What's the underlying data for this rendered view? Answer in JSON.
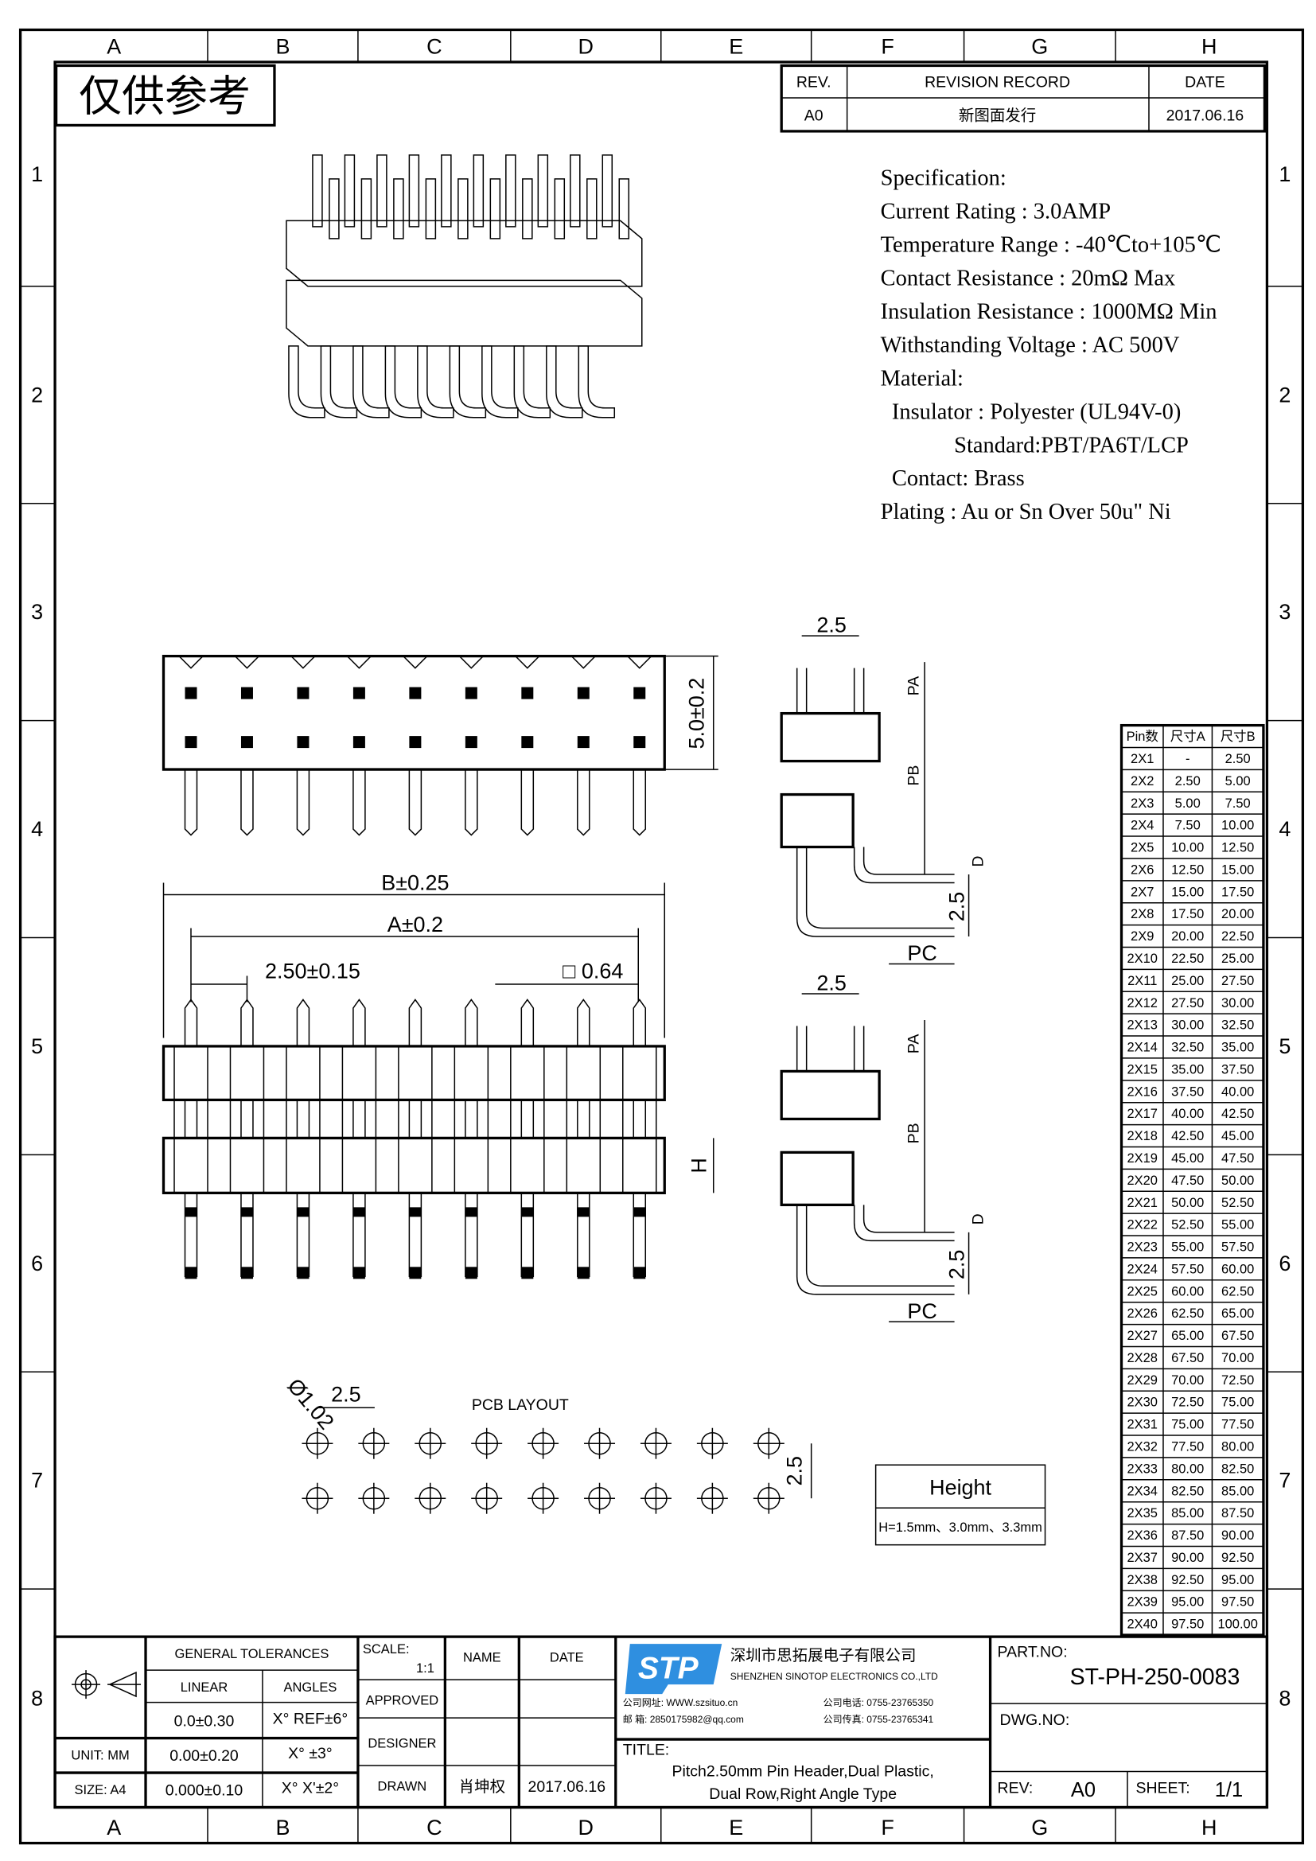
{
  "frame": {
    "columns": [
      "A",
      "B",
      "C",
      "D",
      "E",
      "F",
      "G",
      "H"
    ],
    "rows": [
      "1",
      "2",
      "3",
      "4",
      "5",
      "6",
      "7",
      "8"
    ]
  },
  "stamp": "仅供参考",
  "revision": {
    "headers": [
      "REV.",
      "REVISION RECORD",
      "DATE"
    ],
    "row": [
      "A0",
      "新图面发行",
      "2017.06.16"
    ]
  },
  "specs": [
    "Specification:",
    "Current Rating : 3.0AMP",
    "Temperature Range : -40℃to+105℃",
    "Contact Resistance : 20mΩ Max",
    "Insulation Resistance : 1000MΩ Min",
    "Withstanding Voltage : AC 500V",
    "Material:",
    "  Insulator : Polyester (UL94V-0)",
    "             Standard:PBT/PA6T/LCP",
    "  Contact: Brass",
    "Plating : Au or Sn Over 50u\" Ni"
  ],
  "dims": {
    "front_height": "5.0±0.2",
    "b": "B±0.25",
    "a": "A±0.2",
    "pitch": "2.50±0.15",
    "pin_size": "□ 0.64",
    "h": "H",
    "side_pitch": "2.5",
    "pa": "PA",
    "pb": "PB",
    "d": "D",
    "row_pitch": "2.5",
    "pc": "PC",
    "hole_dia": "Ø1.02",
    "pcb_pitch": "2.5",
    "pcb_row": "2.5",
    "pcb_label": "PCB LAYOUT"
  },
  "height_box": {
    "title": "Height",
    "value": "H=1.5mm、3.0mm、3.3mm"
  },
  "size_table": {
    "headers": [
      "Pin数",
      "尺寸A",
      "尺寸B"
    ],
    "rows": [
      [
        "2X1",
        "-",
        "2.50"
      ],
      [
        "2X2",
        "2.50",
        "5.00"
      ],
      [
        "2X3",
        "5.00",
        "7.50"
      ],
      [
        "2X4",
        "7.50",
        "10.00"
      ],
      [
        "2X5",
        "10.00",
        "12.50"
      ],
      [
        "2X6",
        "12.50",
        "15.00"
      ],
      [
        "2X7",
        "15.00",
        "17.50"
      ],
      [
        "2X8",
        "17.50",
        "20.00"
      ],
      [
        "2X9",
        "20.00",
        "22.50"
      ],
      [
        "2X10",
        "22.50",
        "25.00"
      ],
      [
        "2X11",
        "25.00",
        "27.50"
      ],
      [
        "2X12",
        "27.50",
        "30.00"
      ],
      [
        "2X13",
        "30.00",
        "32.50"
      ],
      [
        "2X14",
        "32.50",
        "35.00"
      ],
      [
        "2X15",
        "35.00",
        "37.50"
      ],
      [
        "2X16",
        "37.50",
        "40.00"
      ],
      [
        "2X17",
        "40.00",
        "42.50"
      ],
      [
        "2X18",
        "42.50",
        "45.00"
      ],
      [
        "2X19",
        "45.00",
        "47.50"
      ],
      [
        "2X20",
        "47.50",
        "50.00"
      ],
      [
        "2X21",
        "50.00",
        "52.50"
      ],
      [
        "2X22",
        "52.50",
        "55.00"
      ],
      [
        "2X23",
        "55.00",
        "57.50"
      ],
      [
        "2X24",
        "57.50",
        "60.00"
      ],
      [
        "2X25",
        "60.00",
        "62.50"
      ],
      [
        "2X26",
        "62.50",
        "65.00"
      ],
      [
        "2X27",
        "65.00",
        "67.50"
      ],
      [
        "2X28",
        "67.50",
        "70.00"
      ],
      [
        "2X29",
        "70.00",
        "72.50"
      ],
      [
        "2X30",
        "72.50",
        "75.00"
      ],
      [
        "2X31",
        "75.00",
        "77.50"
      ],
      [
        "2X32",
        "77.50",
        "80.00"
      ],
      [
        "2X33",
        "80.00",
        "82.50"
      ],
      [
        "2X34",
        "82.50",
        "85.00"
      ],
      [
        "2X35",
        "85.00",
        "87.50"
      ],
      [
        "2X36",
        "87.50",
        "90.00"
      ],
      [
        "2X37",
        "90.00",
        "92.50"
      ],
      [
        "2X38",
        "92.50",
        "95.00"
      ],
      [
        "2X39",
        "95.00",
        "97.50"
      ],
      [
        "2X40",
        "97.50",
        "100.00"
      ]
    ]
  },
  "title_block": {
    "general_tolerances": "GENERAL TOLERANCES",
    "linear": "LINEAR",
    "angles": "ANGLES",
    "tol_rows": [
      [
        "0.0±0.30",
        "X° REF±6°"
      ],
      [
        "0.00±0.20",
        "X° ±3°"
      ],
      [
        "0.000±0.10",
        "X° X'±2°"
      ]
    ],
    "unit": "UNIT: MM",
    "size": "SIZE: A4",
    "scale_label": "SCALE:",
    "scale_value": "1:1",
    "name": "NAME",
    "date": "DATE",
    "approved": "APPROVED",
    "designer": "DESIGNER",
    "drawn": "DRAWN",
    "drawn_name": "肖坤权",
    "drawn_date": "2017.06.16",
    "logo": "STP",
    "company_cn": "深圳市思拓展电子有限公司",
    "company_en": "SHENZHEN SINOTOP ELECTRONICS CO.,LTD",
    "website": "公司网址: WWW.szsituo.cn",
    "email": "邮    箱: 2850175982@qq.com",
    "phone": "公司电话: 0755-23765350",
    "fax": "公司传真: 0755-23765341",
    "title_label": "TITLE:",
    "title_line1": "Pitch2.50mm Pin Header,Dual Plastic,",
    "title_line2": "Dual Row,Right Angle Type",
    "part_no_label": "PART.NO:",
    "part_no": "ST-PH-250-0083",
    "dwg_no_label": "DWG.NO:",
    "rev_label": "REV:",
    "rev": "A0",
    "sheet_label": "SHEET:",
    "sheet": "1/1"
  },
  "colors": {
    "logo": "#2f8fe0"
  }
}
